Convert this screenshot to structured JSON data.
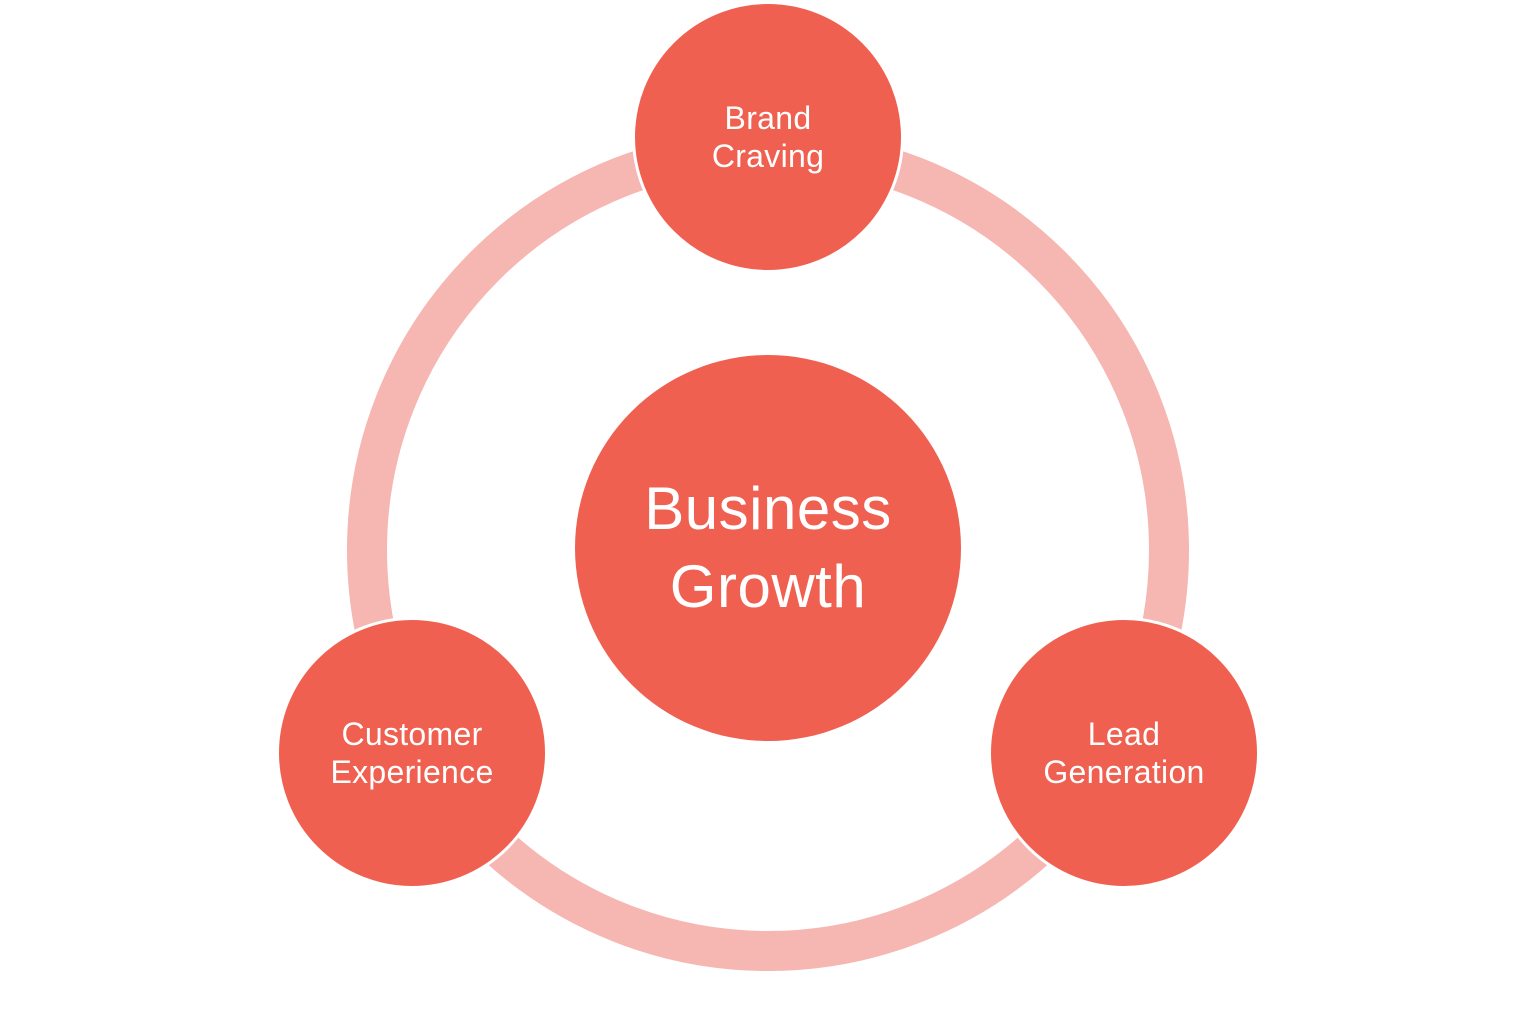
{
  "colors": {
    "node_fill": "#f06050",
    "ring": "#f6b6b1",
    "text": "#ffffff",
    "background": "#ffffff"
  },
  "center": {
    "label": "Business\nGrowth"
  },
  "nodes": [
    {
      "id": "top",
      "label": "Brand\nCraving"
    },
    {
      "id": "left",
      "label": "Customer\nExperience"
    },
    {
      "id": "right",
      "label": "Lead\nGeneration"
    }
  ]
}
